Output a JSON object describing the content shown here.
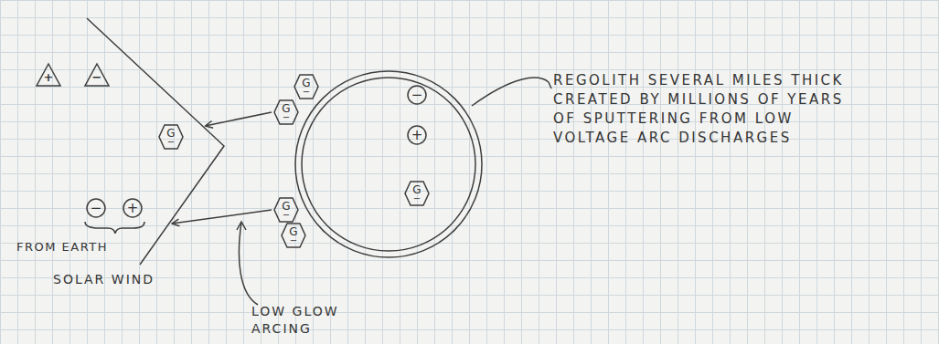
{
  "diagram": {
    "nodes": [
      {
        "text": [
          "SOLAR WIND"
        ]
      },
      {
        "text": [
          "+"
        ],
        "in": 0
      },
      {
        "text": [
          "−"
        ],
        "in": 0
      },
      {
        "text": [
          "G",
          "−"
        ],
        "in": 0
      },
      {
        "text": [
          "−"
        ],
        "in": 0
      },
      {
        "text": [
          "+"
        ],
        "in": 0
      },
      {
        "text": [
          "G",
          "−"
        ]
      },
      {
        "text": [
          "G",
          "−"
        ]
      },
      {
        "text": [
          "G",
          "−"
        ]
      },
      {
        "text": [
          "G",
          "−"
        ]
      },
      {
        "text": [
          "REGOLITH SEVERAL MILES THICK CREATED BY MILLIONS OF YEARS OF SPUTTERING FROM LOW VOLTAGE ARC DISCHARGES"
        ]
      },
      {
        "text": [
          "−"
        ],
        "in": 10
      },
      {
        "text": [
          "+"
        ],
        "in": 10
      },
      {
        "text": [
          "G",
          "−"
        ],
        "in": 10
      }
    ],
    "edges": [
      {
        "from": 7,
        "to": 0,
        "arrow": "to"
      },
      {
        "from": 8,
        "to": 0,
        "arrow": "to"
      }
    ],
    "labels": [
      "FROM EARTH",
      "LOW GLOW ARCING"
    ]
  }
}
